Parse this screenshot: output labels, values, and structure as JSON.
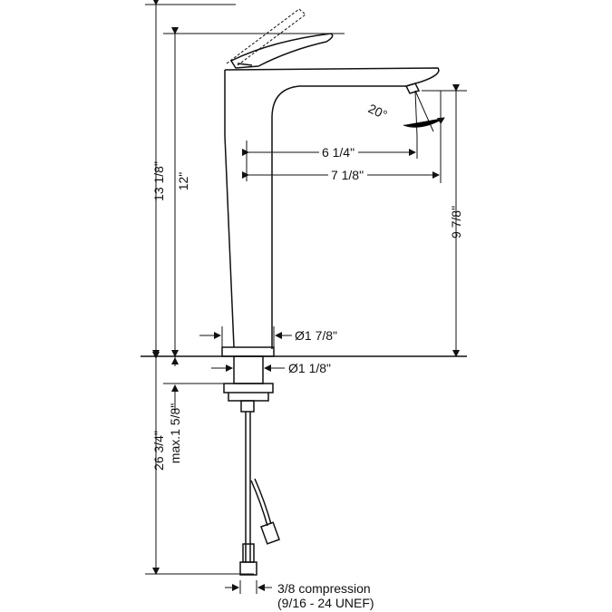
{
  "labels": {
    "overall_height": "13 1/8\"",
    "spout_height": "12\"",
    "angle": "20°",
    "reach_inner": "6 1/4\"",
    "reach_outer": "7 1/8\"",
    "clearance": "9 7/8\"",
    "base_diameter": "Ø1 7/8\"",
    "shank_diameter": "Ø1 1/8\"",
    "below_length": "26 3/4\"",
    "max_deck": "max.1 5/8\"",
    "connection_line1": "3/8 compression",
    "connection_line2": "(9/16 - 24 UNEF)"
  },
  "colors": {
    "line": "#111111",
    "background": "#ffffff"
  }
}
